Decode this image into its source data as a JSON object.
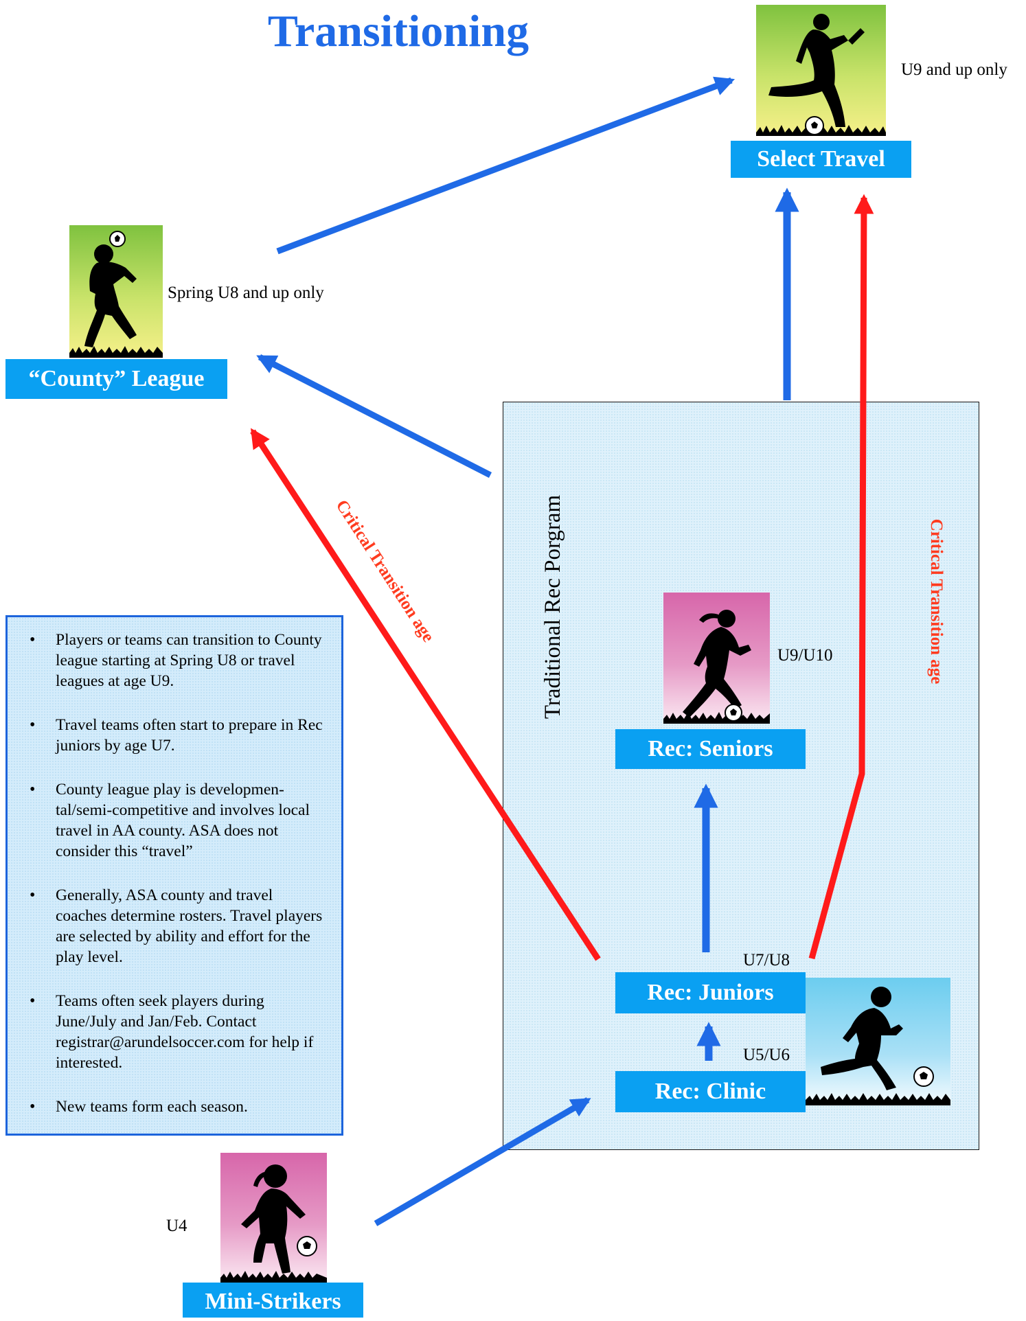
{
  "title": "Transitioning",
  "nodes": {
    "select_travel": {
      "label": "Select Travel",
      "note": "U9 and up only",
      "icon": "soccer-player-kicking-icon"
    },
    "county_league": {
      "label": "“County” League",
      "note": "Spring U8 and up only",
      "icon": "soccer-player-header-icon"
    },
    "rec_seniors": {
      "label": "Rec: Seniors",
      "note": "U9/U10",
      "icon": "girl-player-dribbling-icon"
    },
    "rec_juniors": {
      "label": "Rec: Juniors",
      "note": "U7/U8",
      "icon": "boy-player-running-icon"
    },
    "rec_clinic": {
      "label": "Rec: Clinic",
      "note": "U5/U6"
    },
    "mini_strikers": {
      "label": "Mini-Strikers",
      "note": "U4",
      "icon": "little-girl-player-icon"
    }
  },
  "rec_program_label": "Traditional Rec Porgram",
  "critical_label_left": "Critical Transition age",
  "critical_label_right": "Critical Transition age",
  "info_bullets": [
    "Players or teams can transition to County league starting at Spring U8 or travel leagues at age U9.",
    "Travel teams often start to prepare in Rec juniors by age U7.",
    "County league play is developmen-tal/semi-competitive and involves local travel in AA county.  ASA does not consider this “travel”",
    "Generally, ASA county and travel coaches determine rosters.  Travel players are selected by ability and effort for the play level.",
    "Teams often seek players during June/July and Jan/Feb.  Contact registrar@arundelsoccer.com for help if interested.",
    "New teams form each season."
  ],
  "colors": {
    "title": "#1f6ae6",
    "label_bar": "#0aa0f2",
    "blue_arrow": "#1f6ae6",
    "red_arrow": "#ff1a1a",
    "critical_text": "#ff3b1f"
  }
}
